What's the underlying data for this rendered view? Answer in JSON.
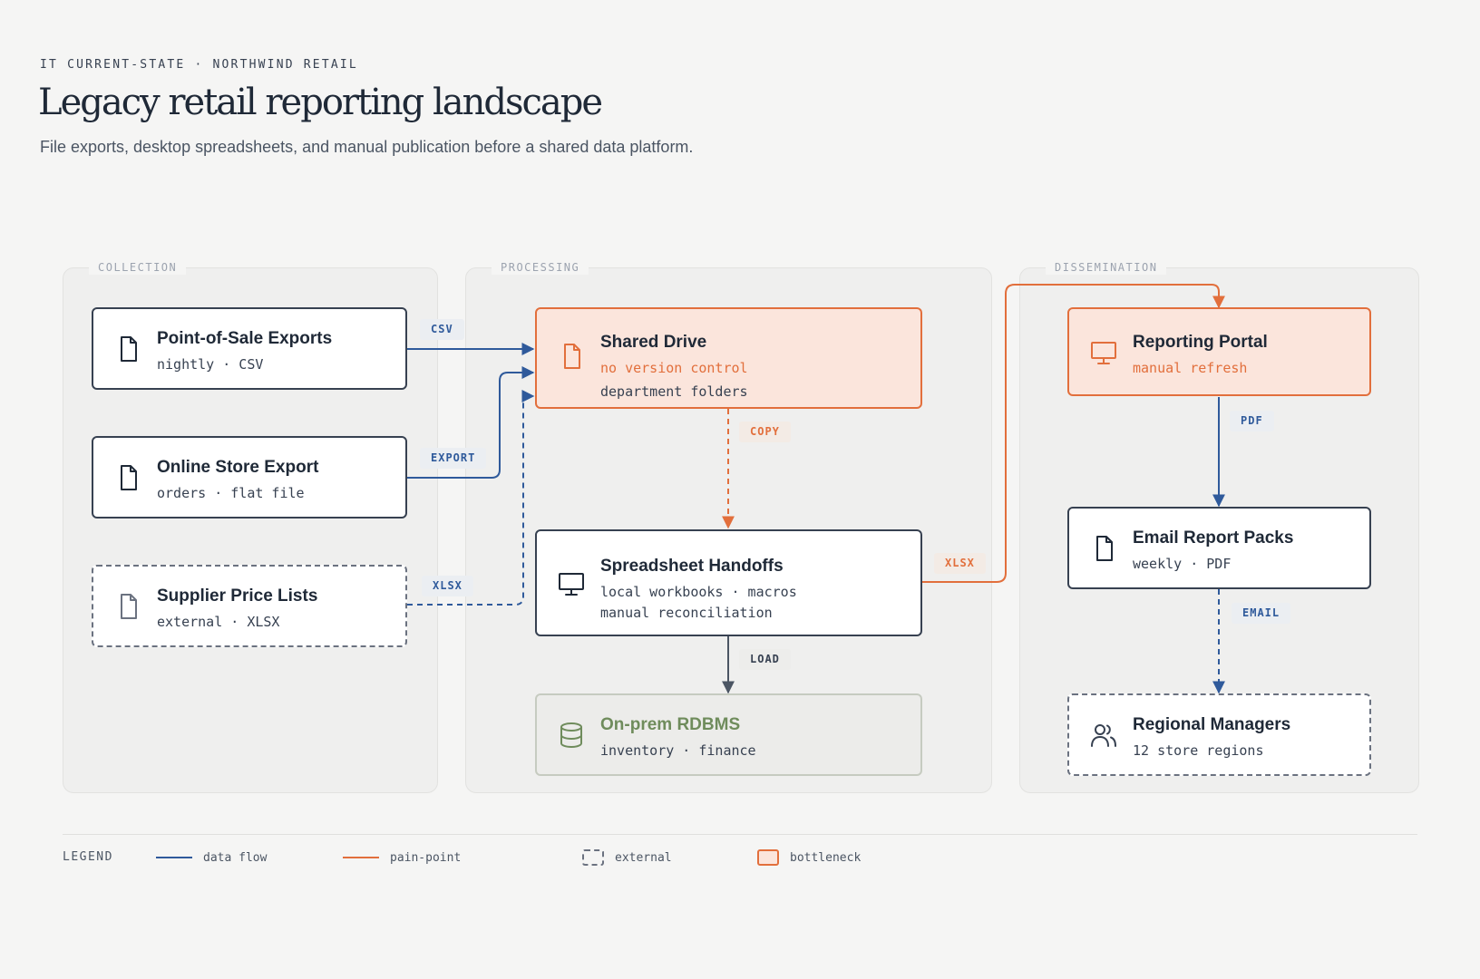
{
  "header": {
    "eyebrow": "IT CURRENT-STATE · NORTHWIND RETAIL",
    "title": "Legacy retail reporting landscape",
    "subtitle": "File exports, desktop spreadsheets, and manual publication before a shared data platform."
  },
  "lanes": {
    "collection": "COLLECTION",
    "processing": "PROCESSING",
    "dissemination": "DISSEMINATION"
  },
  "nodes": {
    "pos": {
      "title": "Point-of-Sale Exports",
      "meta": "nightly · CSV",
      "icon": "document-icon"
    },
    "online": {
      "title": "Online Store Export",
      "meta": "orders · flat file",
      "icon": "document-icon"
    },
    "supplier": {
      "title": "Supplier Price Lists",
      "meta": "external · XLSX",
      "icon": "document-icon",
      "external": true
    },
    "shared": {
      "title": "Shared Drive",
      "meta_warn": "no version control",
      "meta": "department folders",
      "icon": "document-icon",
      "bottleneck": true
    },
    "spreadsheet": {
      "title": "Spreadsheet Handoffs",
      "meta": "local workbooks · macros",
      "meta2": "manual reconciliation",
      "icon": "monitor-icon"
    },
    "rdbms": {
      "title": "On-prem RDBMS",
      "meta": "inventory · finance",
      "icon": "database-icon"
    },
    "portal": {
      "title": "Reporting Portal",
      "meta_warn": "manual refresh",
      "icon": "monitor-icon",
      "bottleneck": true
    },
    "email": {
      "title": "Email Report Packs",
      "meta": "weekly · PDF",
      "icon": "document-icon"
    },
    "managers": {
      "title": "Regional Managers",
      "meta": "12 store regions",
      "icon": "users-icon",
      "external": true
    }
  },
  "edges": {
    "csv": "CSV",
    "export": "EXPORT",
    "xlsx_in": "XLSX",
    "copy": "COPY",
    "load": "LOAD",
    "xlsx_out": "XLSX",
    "pdf": "PDF",
    "email": "EMAIL"
  },
  "legend": {
    "title": "LEGEND",
    "data_flow": "data flow",
    "pain_point": "pain-point",
    "external": "external",
    "bottleneck": "bottleneck"
  },
  "colors": {
    "data_flow": "#2f5a9b",
    "pain_point": "#e26f3c",
    "external_border": "#6b7280",
    "bottleneck_fill": "#fbe5dc",
    "db_text": "#6f8c5c"
  }
}
